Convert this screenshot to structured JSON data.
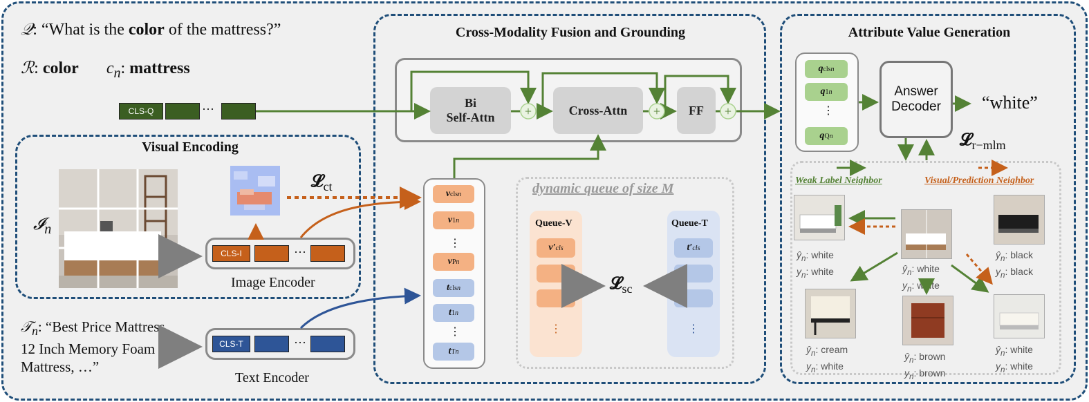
{
  "query": {
    "q_label": "𝒬",
    "q_text": ": “What is the ",
    "q_bold": "color",
    "q_rest": " of the mattress?”",
    "r_label": "ℛ",
    "r_value": "color",
    "c_label": "c",
    "c_sub": "n",
    "c_value": "mattress"
  },
  "query_tokens": {
    "cls": "CLS-Q",
    "dots": "···"
  },
  "visual_encoding": {
    "title": "Visual Encoding",
    "image_label": "𝓘",
    "image_sub": "n",
    "encoder_label": "Image Encoder",
    "cls": "CLS-I",
    "dots": "···",
    "loss": "𝓛",
    "loss_sub": "ct"
  },
  "text_encoding": {
    "t_label": "𝒯",
    "t_sub": "n",
    "line1": ": “Best Price Mattress",
    "line2": "12 Inch Memory Foam",
    "line3": "Mattress, …”",
    "cls": "CLS-T",
    "dots": "···",
    "encoder_label": "Text Encoder"
  },
  "fusion": {
    "title": "Cross-Modality Fusion and Grounding",
    "bi_line1": "Bi",
    "bi_line2": "Self-Attn",
    "cross_attn": "Cross-Attn",
    "ff": "FF",
    "column": [
      {
        "name": "v-cls",
        "text": "v",
        "sup": "cls",
        "type": "o"
      },
      {
        "name": "v-1",
        "text": "v",
        "sup": "1",
        "type": "o"
      },
      {
        "name": "v-dots",
        "text": "⋮",
        "type": "dot"
      },
      {
        "name": "v-p",
        "text": "v",
        "sup": "P",
        "type": "o"
      },
      {
        "name": "t-cls",
        "text": "t",
        "sup": "cls",
        "type": "b"
      },
      {
        "name": "t-1",
        "text": "t",
        "sup": "1",
        "type": "b"
      },
      {
        "name": "t-dots",
        "text": "⋮",
        "type": "dot"
      },
      {
        "name": "t-t",
        "text": "t",
        "sup": "T",
        "type": "b"
      }
    ],
    "queue_title": "dynamic queue of size M",
    "queue_v": "Queue-V",
    "queue_t": "Queue-T",
    "queue_v_head": "v′",
    "queue_t_head": "t′",
    "queue_sup": "cls",
    "loss": "𝓛",
    "loss_sub": "sc"
  },
  "generation": {
    "title": "Attribute Value Generation",
    "q_tokens": [
      {
        "name": "q-cls",
        "sup": "cls"
      },
      {
        "name": "q-1",
        "sup": "1"
      },
      {
        "name": "q-Q",
        "sup": "Q"
      }
    ],
    "decoder_line1": "Answer",
    "decoder_line2": "Decoder",
    "answer": "“white”",
    "loss": "𝓛",
    "loss_sub": "r−mlm",
    "weak_label": "Weak Label Neighbor",
    "visual_label": "Visual/Prediction Neighbor",
    "neighbors": [
      {
        "name": "neighbor-left",
        "yhat": "white",
        "y": "white"
      },
      {
        "name": "neighbor-center",
        "yhat": "white",
        "y": "white"
      },
      {
        "name": "neighbor-right-top",
        "yhat": "black",
        "y": "black"
      },
      {
        "name": "neighbor-bottom-left",
        "yhat": "cream",
        "y": "white"
      },
      {
        "name": "neighbor-bottom-center",
        "yhat": "brown",
        "y": "brown"
      },
      {
        "name": "neighbor-bottom-right",
        "yhat": "white",
        "y": "white"
      }
    ],
    "yhat_prefix": "ŷ",
    "y_prefix": "y",
    "sub": "n",
    "sep": ": "
  },
  "colors": {
    "panel_border": "#1f4e79",
    "green": "#3b5e22",
    "green_arrow": "#548235",
    "orange": "#c5601b",
    "blue": "#2e5597"
  }
}
